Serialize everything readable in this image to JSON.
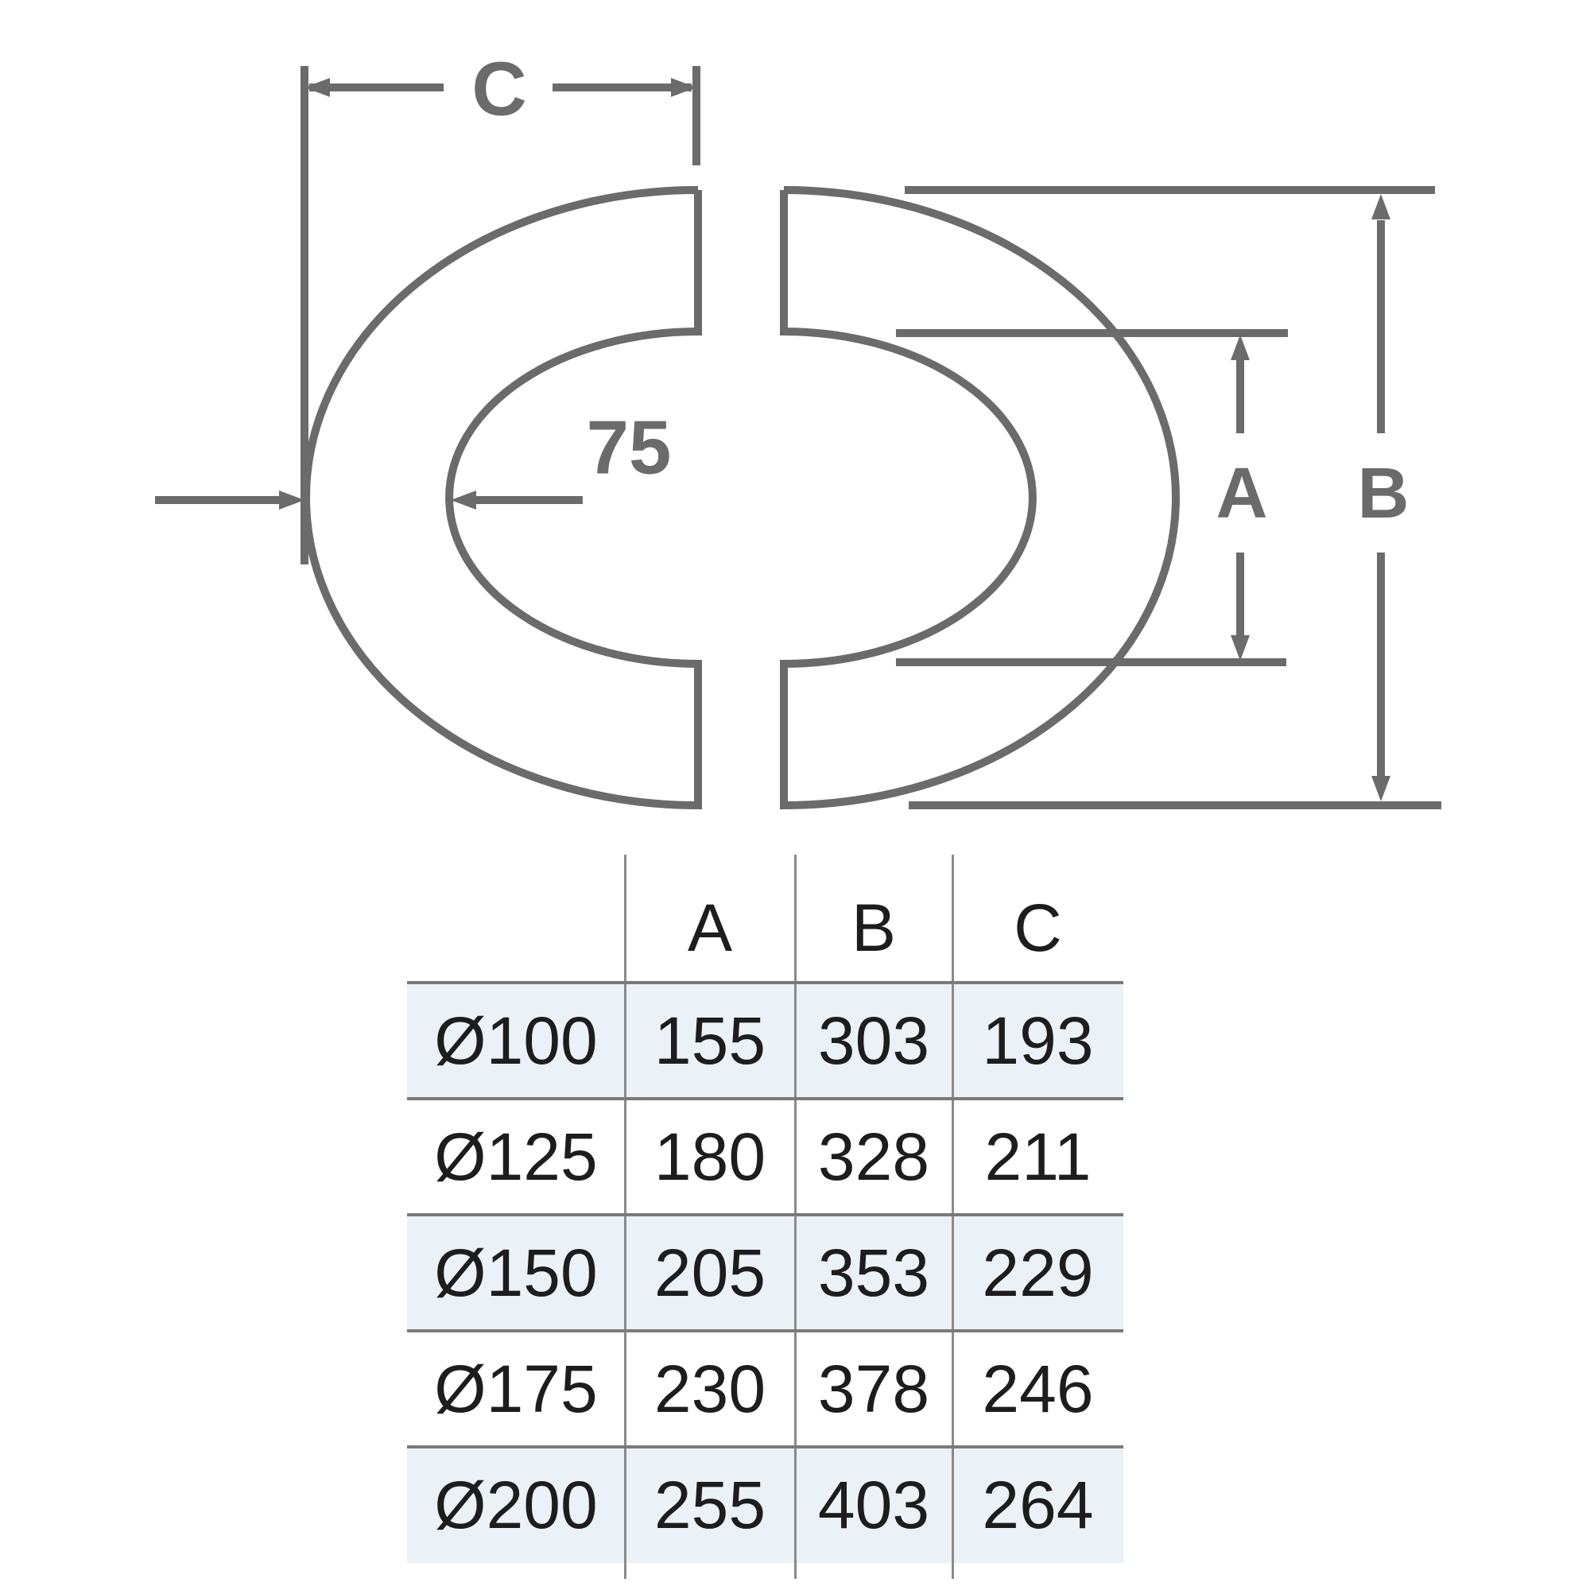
{
  "diagram": {
    "stroke_color": "#6b6b6b",
    "labels": {
      "width_c": "C",
      "wall_offset": "75",
      "inner_diameter_a": "A",
      "outer_diameter_b": "B"
    }
  },
  "table": {
    "shade_color": "#eaf2f8",
    "headers": [
      "A",
      "B",
      "C"
    ],
    "rows": [
      {
        "label": "Ø100",
        "a": "155",
        "b": "303",
        "c": "193"
      },
      {
        "label": "Ø125",
        "a": "180",
        "b": "328",
        "c": "211"
      },
      {
        "label": "Ø150",
        "a": "205",
        "b": "353",
        "c": "229"
      },
      {
        "label": "Ø175",
        "a": "230",
        "b": "378",
        "c": "246"
      },
      {
        "label": "Ø200",
        "a": "255",
        "b": "403",
        "c": "264"
      }
    ]
  }
}
